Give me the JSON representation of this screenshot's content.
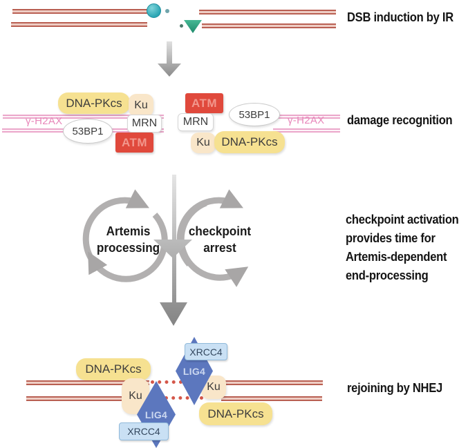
{
  "figure": {
    "title_note": "NHEJ pathway schematic",
    "steps": {
      "step1_label": "DSB induction by IR",
      "step2_label": "damage recognition",
      "step3_lines": [
        "checkpoint activation",
        "provides time for",
        "Artemis-dependent",
        "end-processing"
      ],
      "step4_label": "rejoining by NHEJ"
    },
    "proteins": {
      "dna_pkcs": "DNA-PKcs",
      "ku": "Ku",
      "mrn": "MRN",
      "atm": "ATM",
      "p53bp1": "53BP1",
      "gamma_h2ax": "γ-H2AX",
      "lig4": "LIG4",
      "xrcc4": "XRCC4"
    },
    "cycle": {
      "left_line1": "Artemis",
      "left_line2": "processing",
      "right_line1": "checkpoint",
      "right_line2": "arrest"
    },
    "colors": {
      "dna_strand": "#b95f52",
      "phospho_strand": "#eba6ca",
      "dna_pkcs_fill": "#f6e191",
      "ku_fill": "#f9e6c9",
      "atm_fill": "#e0493c",
      "lig4_fill": "#5c77be",
      "xrcc4_fill": "#c9e0f4",
      "arrow_gray": "#a8a6a6",
      "ir_particle": "#35b0bf",
      "ir_fragment": "#2fa384"
    }
  }
}
